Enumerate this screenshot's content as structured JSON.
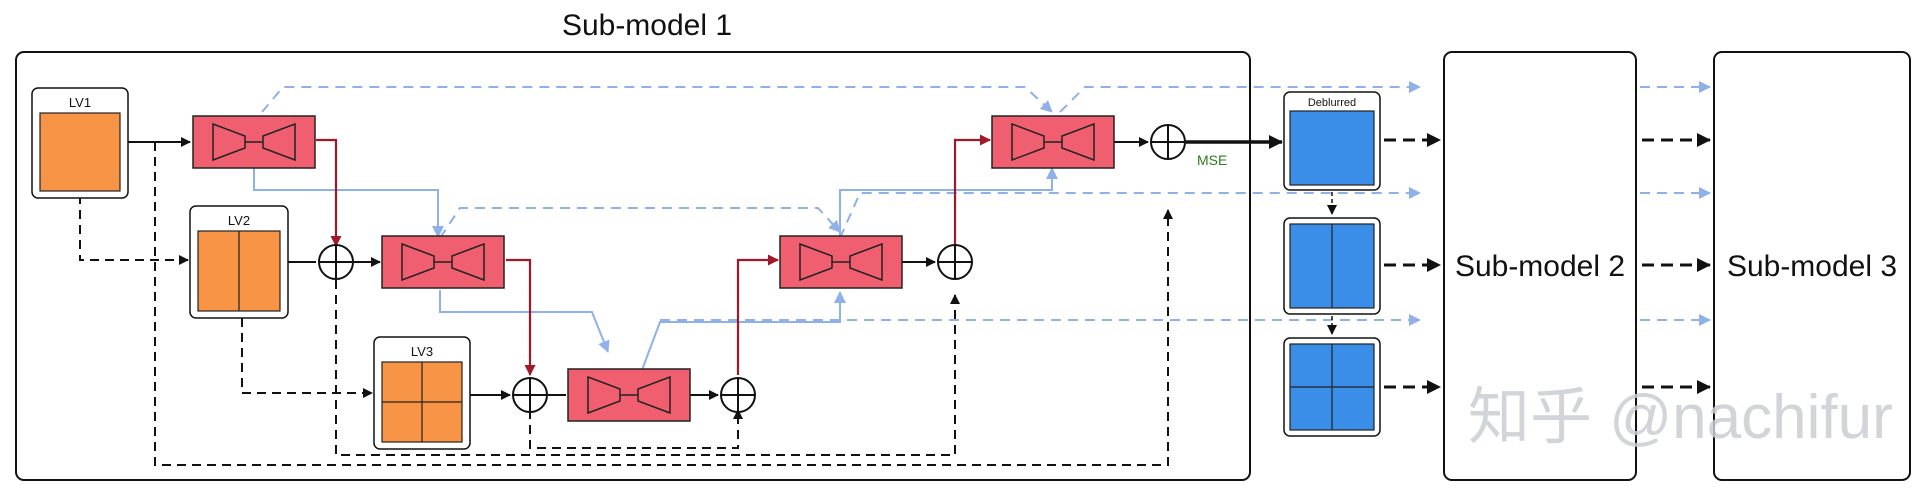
{
  "title": "Sub-model 1",
  "levels": {
    "lv1": "LV1",
    "lv2": "LV2",
    "lv3": "LV3"
  },
  "output_label": "Deblurred",
  "loss_label": "MSE",
  "submodel2": "Sub-model 2",
  "submodel3": "Sub-model 3",
  "watermark": "知乎 @nachifur",
  "colors": {
    "input_patch": "#f79445",
    "output_patch": "#3a8ee8",
    "encoder_decoder": "#ef5f70",
    "residual_arrow": "#a0182a",
    "feature_arrow": "#8fb0e8",
    "loss_text": "#2e7d1e"
  }
}
